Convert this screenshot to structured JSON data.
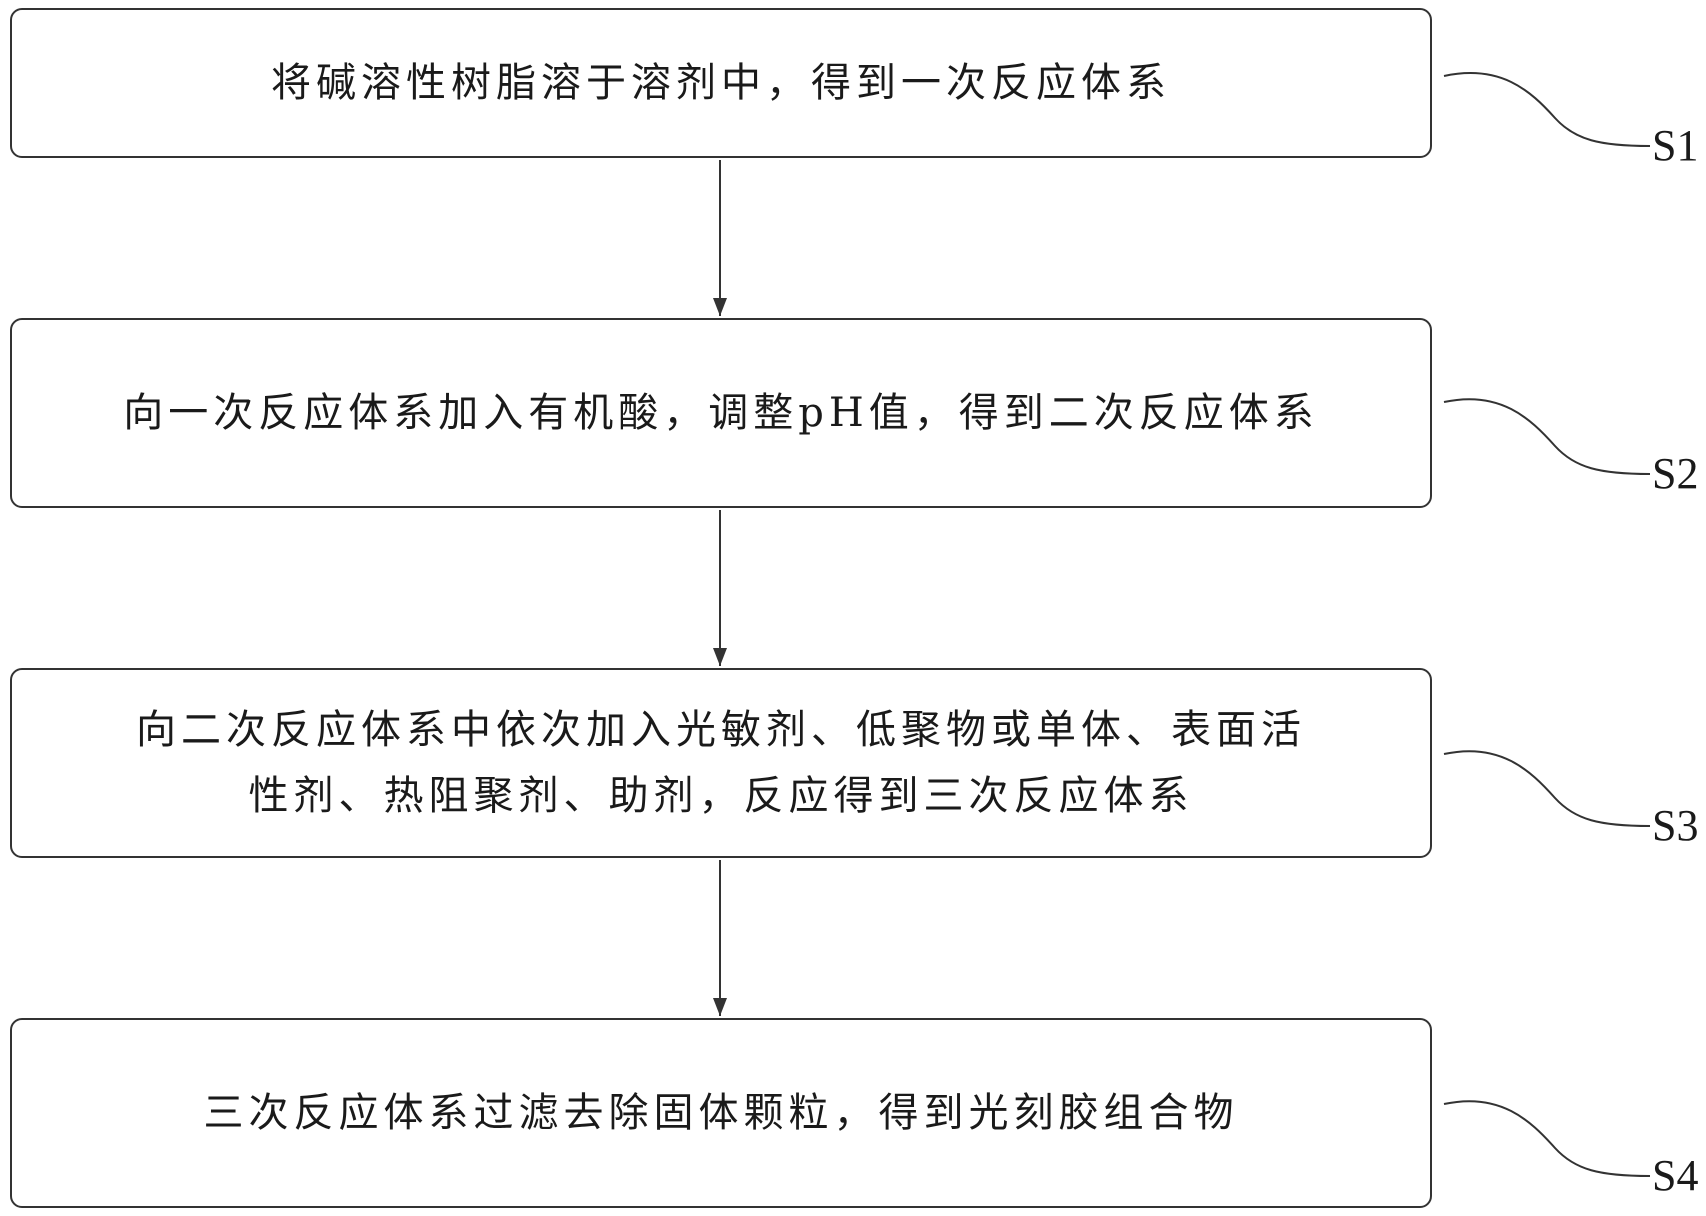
{
  "steps": [
    {
      "id": "S1",
      "label": "S1",
      "text": "将碱溶性树脂溶于溶剂中，得到一次反应体系"
    },
    {
      "id": "S2",
      "label": "S2",
      "text": "向一次反应体系加入有机酸，调整pH值，得到二次反应体系"
    },
    {
      "id": "S3",
      "label": "S3",
      "text": "向二次反应体系中依次加入光敏剂、低聚物或单体、表面活\n性剂、热阻聚剂、助剂，反应得到三次反应体系"
    },
    {
      "id": "S4",
      "label": "S4",
      "text": "三次反应体系过滤去除固体颗粒，得到光刻胶组合物"
    }
  ],
  "colors": {
    "line": "#333333",
    "text": "#1a1a1a"
  }
}
